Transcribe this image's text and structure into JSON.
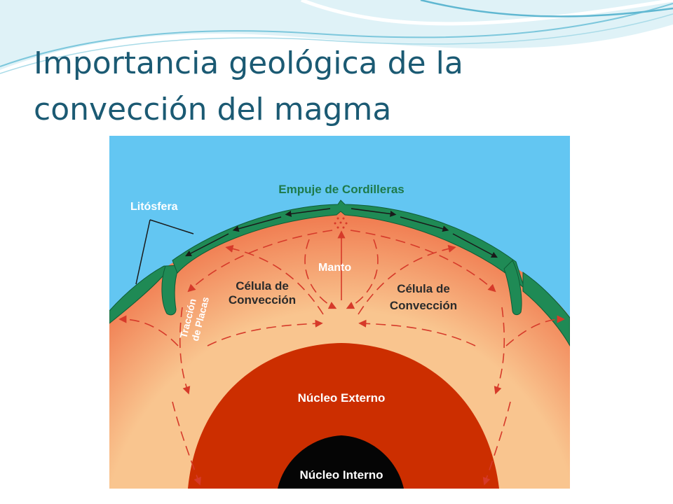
{
  "slide": {
    "title_line1": "Importancia geológica de la",
    "title_line2": "convección del magma"
  },
  "diagram": {
    "labels": {
      "empuje": "Empuje de Cordilleras",
      "litosfera": "Litósfera",
      "manto": "Manto",
      "celula_izq_1": "Célula de",
      "celula_izq_2": "Convección",
      "celula_der_1": "Célula de",
      "celula_der_2": "Convección",
      "traccion_1": "Tracción",
      "traccion_2": "de Placas",
      "nucleo_externo": "Núcleo Externo",
      "nucleo_interno": "Núcleo Interno"
    },
    "colors": {
      "sky": "#63c6f2",
      "mantle_outer": "#f07a4f",
      "mantle_inner": "#f9c58f",
      "outer_core": "#cc2e00",
      "inner_core": "#050505",
      "lithosphere": "#1f8a55",
      "arrows": "#d63a2a",
      "label_green": "#1e7a4a",
      "label_dark": "#2b2b2b",
      "title": "#1b5a73"
    }
  }
}
